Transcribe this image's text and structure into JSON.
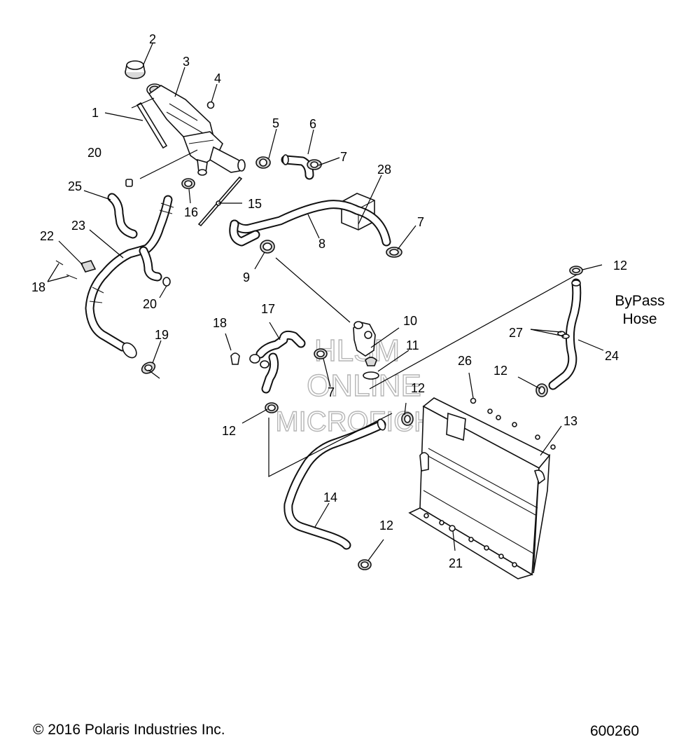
{
  "callouts": {
    "c1": "1",
    "c2": "2",
    "c3": "3",
    "c4": "4",
    "c5": "5",
    "c6": "6",
    "c7a": "7",
    "c7b": "7",
    "c7c": "7",
    "c8": "8",
    "c9": "9",
    "c10": "10",
    "c11": "11",
    "c12a": "12",
    "c12b": "12",
    "c12c": "12",
    "c12d": "12",
    "c12e": "12",
    "c13": "13",
    "c14": "14",
    "c15": "15",
    "c16": "16",
    "c17": "17",
    "c18a": "18",
    "c18b": "18",
    "c19": "19",
    "c20a": "20",
    "c20b": "20",
    "c21": "21",
    "c22": "22",
    "c23": "23",
    "c24": "24",
    "c25": "25",
    "c26": "26",
    "c27": "27",
    "c28": "28"
  },
  "note": {
    "line1": "ByPass",
    "line2": "Hose"
  },
  "watermark": {
    "line1": "HLSM",
    "line2": "ONLINE",
    "line3": "MICROFICHE"
  },
  "footer": {
    "copyright": "© 2016 Polaris Industries Inc.",
    "diagram_id": "600260"
  }
}
